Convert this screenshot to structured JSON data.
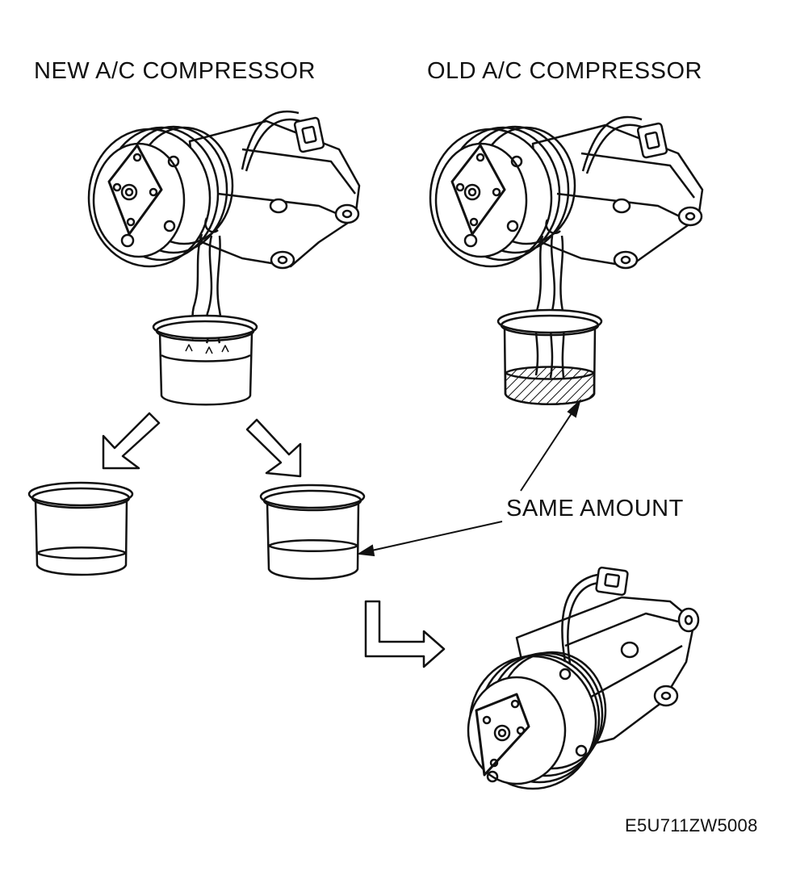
{
  "labels": {
    "new_compressor": "NEW A/C COMPRESSOR",
    "old_compressor": "OLD A/C COMPRESSOR",
    "same_amount": "SAME AMOUNT",
    "figure_code": "E5U711ZW5008"
  },
  "colors": {
    "ink": "#111111",
    "background": "#ffffff"
  }
}
